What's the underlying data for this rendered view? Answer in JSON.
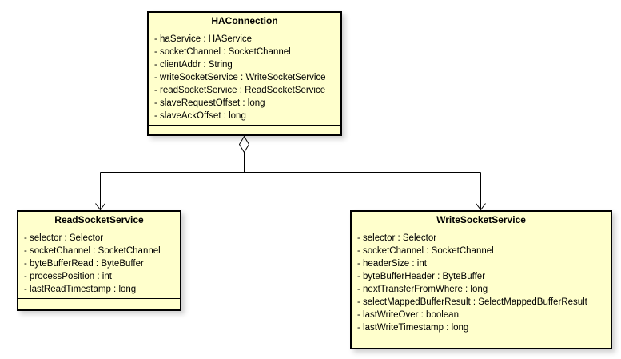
{
  "diagram": {
    "type": "uml-class-diagram",
    "background_color": "#FFFFFF",
    "node_fill_color": "#FFFFCC",
    "node_border_color": "#000000",
    "connector_color": "#000000",
    "classes": [
      {
        "name": "HAConnection",
        "attributes": [
          "- haService : HAService",
          "- socketChannel : SocketChannel",
          "- clientAddr : String",
          "- writeSocketService : WriteSocketService",
          "- readSocketService : ReadSocketService",
          "- slaveRequestOffset : long",
          "- slaveAckOffset : long"
        ],
        "methods": []
      },
      {
        "name": "ReadSocketService",
        "attributes": [
          "- selector : Selector",
          "- socketChannel : SocketChannel",
          "- byteBufferRead : ByteBuffer",
          "- processPosition : int",
          "- lastReadTimestamp : long"
        ],
        "methods": []
      },
      {
        "name": "WriteSocketService",
        "attributes": [
          "- selector : Selector",
          "- socketChannel : SocketChannel",
          "- headerSize : int",
          "- byteBufferHeader : ByteBuffer",
          "- nextTransferFromWhere : long",
          "- selectMappedBufferResult : SelectMappedBufferResult",
          "- lastWriteOver : boolean",
          "- lastWriteTimestamp : long"
        ],
        "methods": []
      }
    ],
    "relationships": [
      {
        "type": "aggregation",
        "from": "HAConnection",
        "to": "ReadSocketService",
        "source_marker": "hollow-diamond",
        "target_marker": "open-arrow"
      },
      {
        "type": "aggregation",
        "from": "HAConnection",
        "to": "WriteSocketService",
        "source_marker": "hollow-diamond",
        "target_marker": "open-arrow"
      }
    ]
  }
}
